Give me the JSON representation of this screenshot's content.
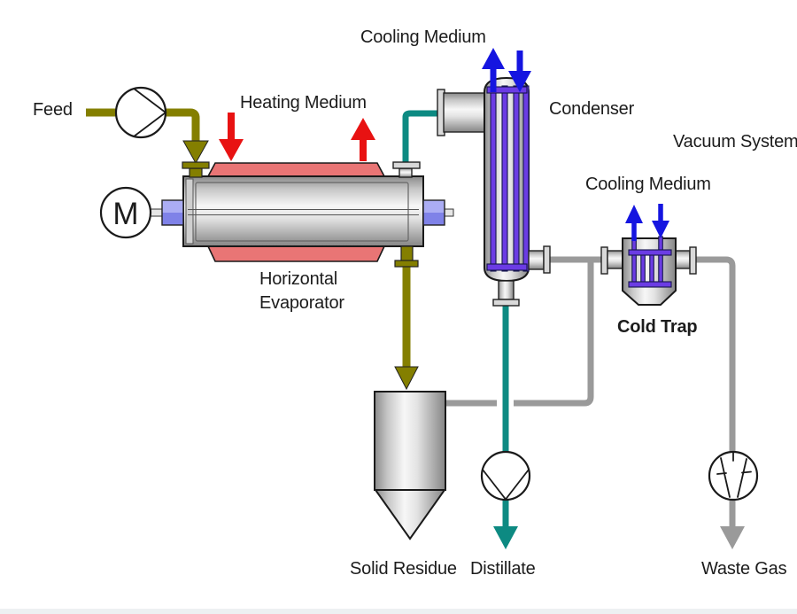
{
  "labels": {
    "feed": "Feed",
    "heating_medium": "Heating Medium",
    "cooling_medium_condenser": "Cooling Medium",
    "condenser": "Condenser",
    "vacuum_system": "Vacuum System",
    "cooling_medium_cold_trap": "Cooling Medium",
    "cold_trap": "Cold Trap",
    "evaporator_line1": "Horizontal",
    "evaporator_line2": "Evaporator",
    "solid_residue": "Solid Residue",
    "distillate": "Distillate",
    "waste_gas": "Waste Gas",
    "motor": "M"
  },
  "colors": {
    "feed_line": "#847f00",
    "heating_arrow": "#e81212",
    "heating_jacket": "#e97575",
    "cooling_arrow": "#1515e0",
    "tube_fill": "#6b3ce4",
    "tube_outline": "#15154d",
    "vapor_line": "#0d8a82",
    "vacuum_line": "#9a9a9a",
    "outline": "#1a1a1a",
    "text": "#1c1c1c"
  },
  "equipment": [
    {
      "name": "feed-pump",
      "symbol": "pump-circle"
    },
    {
      "name": "motor",
      "symbol": "motor-circle"
    },
    {
      "name": "horizontal-evaporator",
      "symbol": "jacketed-horizontal-cylinder"
    },
    {
      "name": "condenser",
      "symbol": "vertical-tube-heat-exchanger"
    },
    {
      "name": "cold-trap",
      "symbol": "tube-heat-exchanger"
    },
    {
      "name": "solid-residue-vessel",
      "symbol": "cone-bottom-vessel"
    },
    {
      "name": "distillate-pump",
      "symbol": "pump-circle"
    },
    {
      "name": "vacuum-pump",
      "symbol": "vacuum-pump-circle"
    }
  ]
}
